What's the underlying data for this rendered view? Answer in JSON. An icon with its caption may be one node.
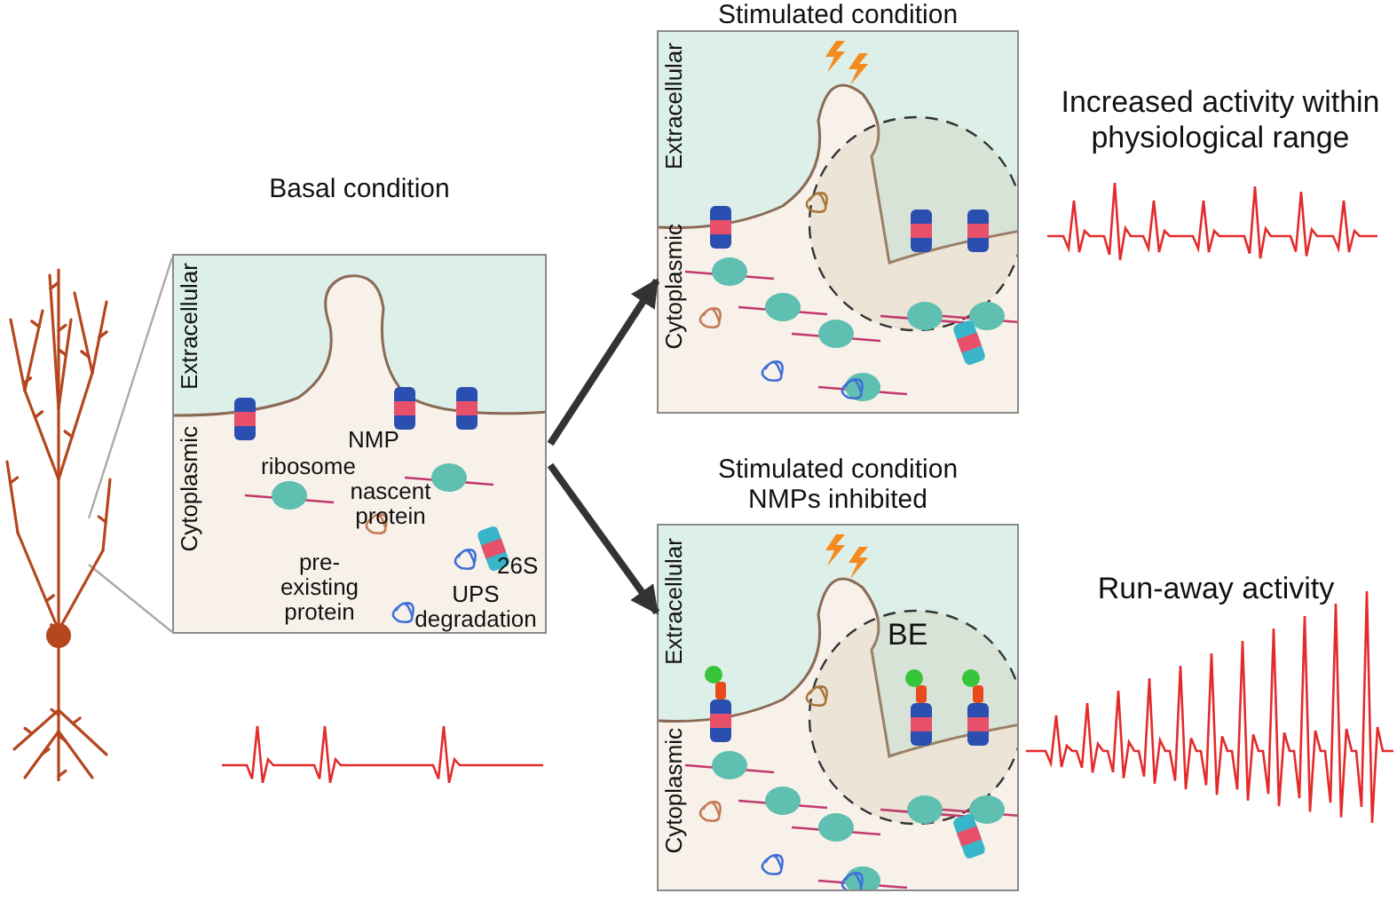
{
  "diagram": {
    "nodes": [
      {
        "text": [],
        "shape": "picture"
      },
      {
        "text": [
          "Basal condition"
        ]
      },
      {
        "text": [
          "Stimulated condition"
        ]
      },
      {
        "text": [
          "Stimulated condition NMPs inhibited"
        ]
      }
    ],
    "edges": [
      {
        "from": 0,
        "to": 1,
        "arrow": "none"
      },
      {
        "from": 0,
        "to": 1,
        "arrow": "none"
      },
      {
        "from": 1,
        "to": 2,
        "arrow": "to",
        "style": "thick",
        "color": "#333333"
      },
      {
        "from": 1,
        "to": 3,
        "arrow": "to",
        "style": "thick",
        "color": "#333333"
      }
    ],
    "labels": [
      "Extracellular",
      "Cytoplasmic",
      "NMP",
      "ribosome",
      "nascent protein",
      "pre-existing protein",
      "26S",
      "UPS degradation",
      "Extracellular",
      "Cytoplasmic",
      "Increased activity within physiological range",
      "Extracellular",
      "Cytoplasmic",
      "BE",
      "Run-away activity"
    ]
  }
}
